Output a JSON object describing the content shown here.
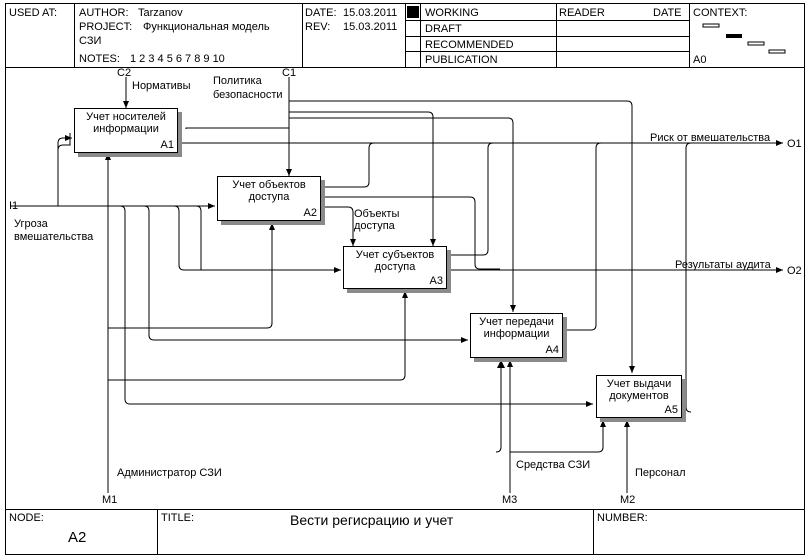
{
  "header": {
    "used_at_label": "USED AT:",
    "author_label": "AUTHOR:",
    "author_value": "Tarzanov",
    "project_label": "PROJECT:",
    "project_value_line1": "Функциональная модель",
    "project_value_line2": "СЗИ",
    "notes_label": "NOTES:",
    "notes_values": "1 2 3 4 5 6 7 8 9 10",
    "date_label": "DATE:",
    "date_value": "15.03.2011",
    "rev_label": "REV:",
    "rev_value": "15.03.2011",
    "status": [
      "WORKING",
      "DRAFT",
      "RECOMMENDED",
      "PUBLICATION"
    ],
    "reader_label": "READER",
    "date_col_label": "DATE",
    "context_label": "CONTEXT:",
    "context_node": "A0"
  },
  "boxes": [
    {
      "text": "Учет носителей информации",
      "number": "A1"
    },
    {
      "text": "Учет объектов доступа",
      "number": "A2"
    },
    {
      "text": "Учет субъектов доступа",
      "number": "A3"
    },
    {
      "text": "Учет передачи информации",
      "number": "A4"
    },
    {
      "text": "Учет выдачи документов",
      "number": "A5"
    }
  ],
  "arrow_labels": {
    "c2_code": "C2",
    "c2_name": "Нормативы",
    "c1_code": "C1",
    "c1_name_line1": "Политика",
    "c1_name_line2": "безопасности",
    "i1_code": "I1",
    "i1_name_line1": "Угроза",
    "i1_name_line2": "вмешательства",
    "o1_name": "Риск от вмешательства",
    "o1_code": "O1",
    "o2_name": "Результаты аудита",
    "o2_code": "O2",
    "objects_line1": "Объекты",
    "objects_line2": "доступа",
    "m1_name": "Администратор СЗИ",
    "m1_code": "M1",
    "m3_name": "Средства СЗИ",
    "m3_code": "M3",
    "m2_name": "Персонал",
    "m2_code": "M2"
  },
  "footer": {
    "node_label": "NODE:",
    "node_value": "A2",
    "title_label": "TITLE:",
    "title_value": "Вести регисрацию и учет",
    "number_label": "NUMBER:"
  }
}
